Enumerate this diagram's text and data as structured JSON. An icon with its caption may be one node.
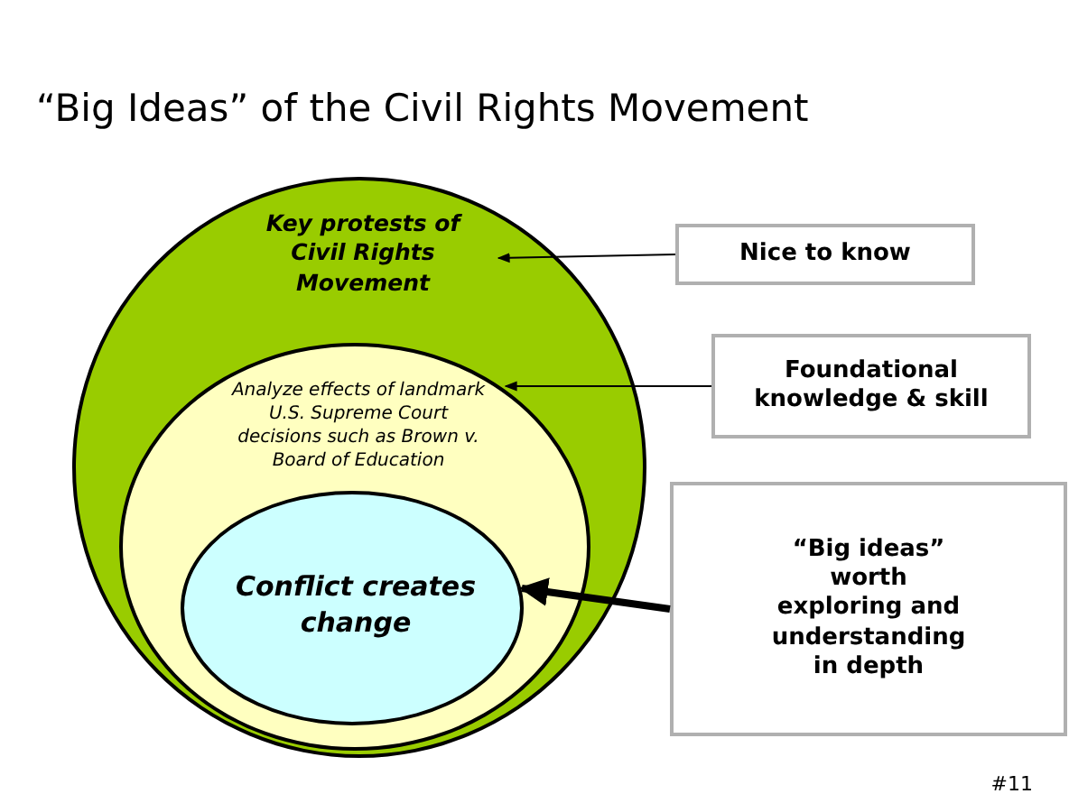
{
  "diagram": {
    "title": "“Big Ideas” of the Civil Rights Movement",
    "nodes": [
      {
        "text": [
          "Key protests of Civil Rights Movement"
        ]
      },
      {
        "text": [
          "Analyze effects of landmark U.S. Supreme Court decisions such as Brown v. Board of Education"
        ],
        "in": 0
      },
      {
        "text": [
          "Conflict creates change"
        ],
        "in": 1
      },
      {
        "text": [
          "Nice to know"
        ]
      },
      {
        "text": [
          "Foundational knowledge & skill"
        ]
      },
      {
        "text": [
          "“Big ideas” worth exploring and understanding in depth"
        ]
      }
    ],
    "edges": [
      {
        "from": 3,
        "to": 0,
        "arrow": "to"
      },
      {
        "from": 4,
        "to": 1,
        "arrow": "to"
      },
      {
        "from": 5,
        "to": 2,
        "arrow": "to",
        "style": "thick"
      }
    ],
    "labels": [
      "#11"
    ]
  }
}
